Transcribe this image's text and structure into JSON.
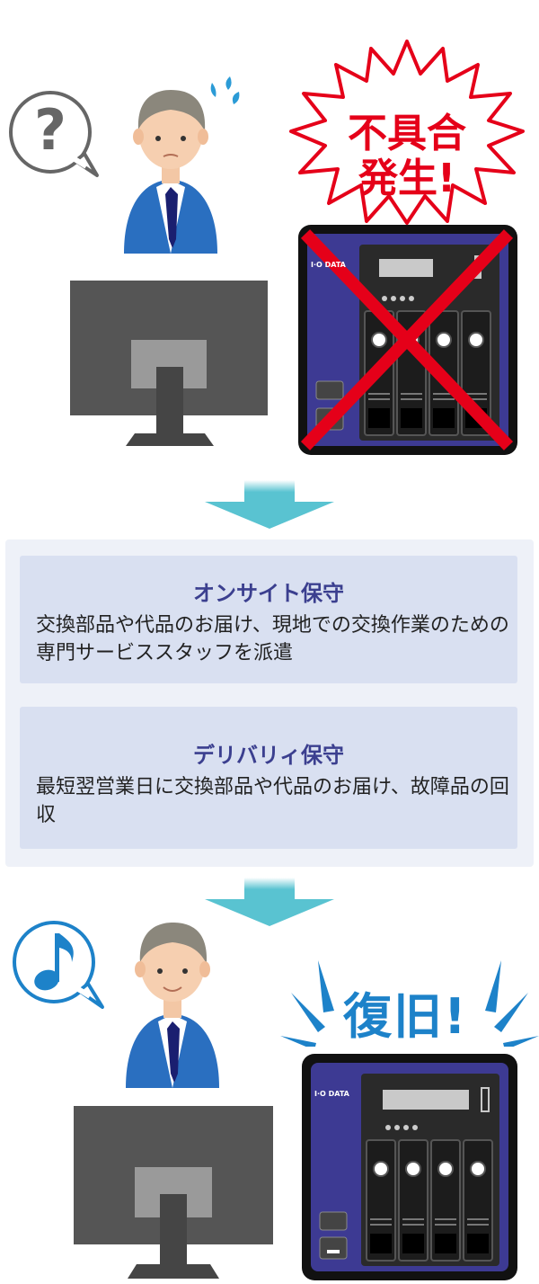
{
  "top": {
    "thought_icon": "question-mark-icon",
    "alert_text_line1": "不具合",
    "alert_text_line2": "発生!",
    "nas_brand": "I·O DATA"
  },
  "services": [
    {
      "title": "オンサイト保守",
      "body": "交換部品や代品のお届け、現地での交換作業のための専門サービススタッフを派遣"
    },
    {
      "title": "デリバリィ保守",
      "body": "最短翌営業日に交換部品や代品のお届け、故障品の回収"
    }
  ],
  "bottom": {
    "thought_icon": "music-note-icon",
    "recovered_text": "復旧!",
    "nas_brand": "I·O DATA"
  },
  "colors": {
    "alert_red": "#e50019",
    "accent_blue": "#1d82c9",
    "arrow_cyan": "#59c3d1",
    "nas_purple": "#3d3a93",
    "card_bg": "#d9e0f1",
    "title_navy": "#3b3f8f"
  }
}
